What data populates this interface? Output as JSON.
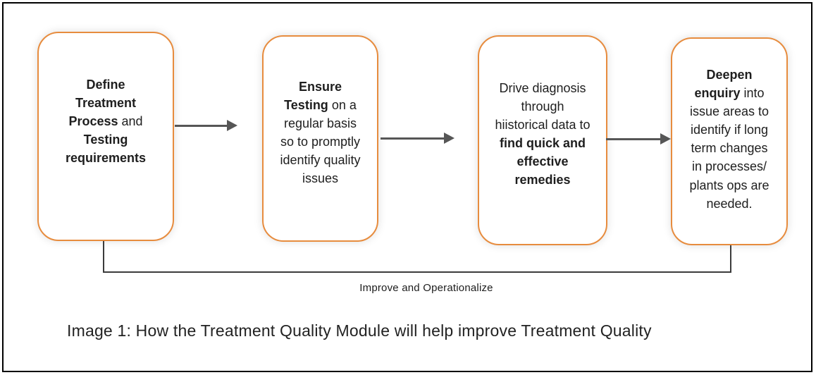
{
  "diagram": {
    "boxes": [
      {
        "name": "define-treatment-process",
        "segments": [
          {
            "text": "Define Treatment Process",
            "bold": true
          },
          {
            "text": " and ",
            "bold": false
          },
          {
            "text": "Testing requirements",
            "bold": true
          }
        ]
      },
      {
        "name": "ensure-testing",
        "segments": [
          {
            "text": "Ensure Testing",
            "bold": true
          },
          {
            "text": " on a regular basis so to promptly identify quality issues",
            "bold": false
          }
        ]
      },
      {
        "name": "drive-diagnosis",
        "segments": [
          {
            "text": "Drive diagnosis through hiistorical data to ",
            "bold": false
          },
          {
            "text": "find quick and effective remedies",
            "bold": true
          }
        ]
      },
      {
        "name": "deepen-enquiry",
        "segments": [
          {
            "text": "Deepen enquiry",
            "bold": true
          },
          {
            "text": " into issue areas to identify if long term changes in processes/ plants ops are needed.",
            "bold": false
          }
        ]
      }
    ],
    "feedback_label": "Improve and Operationalize",
    "caption": "Image 1: How the Treatment Quality Module will help improve Treatment Quality",
    "colors": {
      "box_border": "#E78C3E",
      "arrow": "#565656",
      "feedback_line": "#3B3B3B",
      "text": "#1E1E1E",
      "frame": "#000000"
    }
  }
}
